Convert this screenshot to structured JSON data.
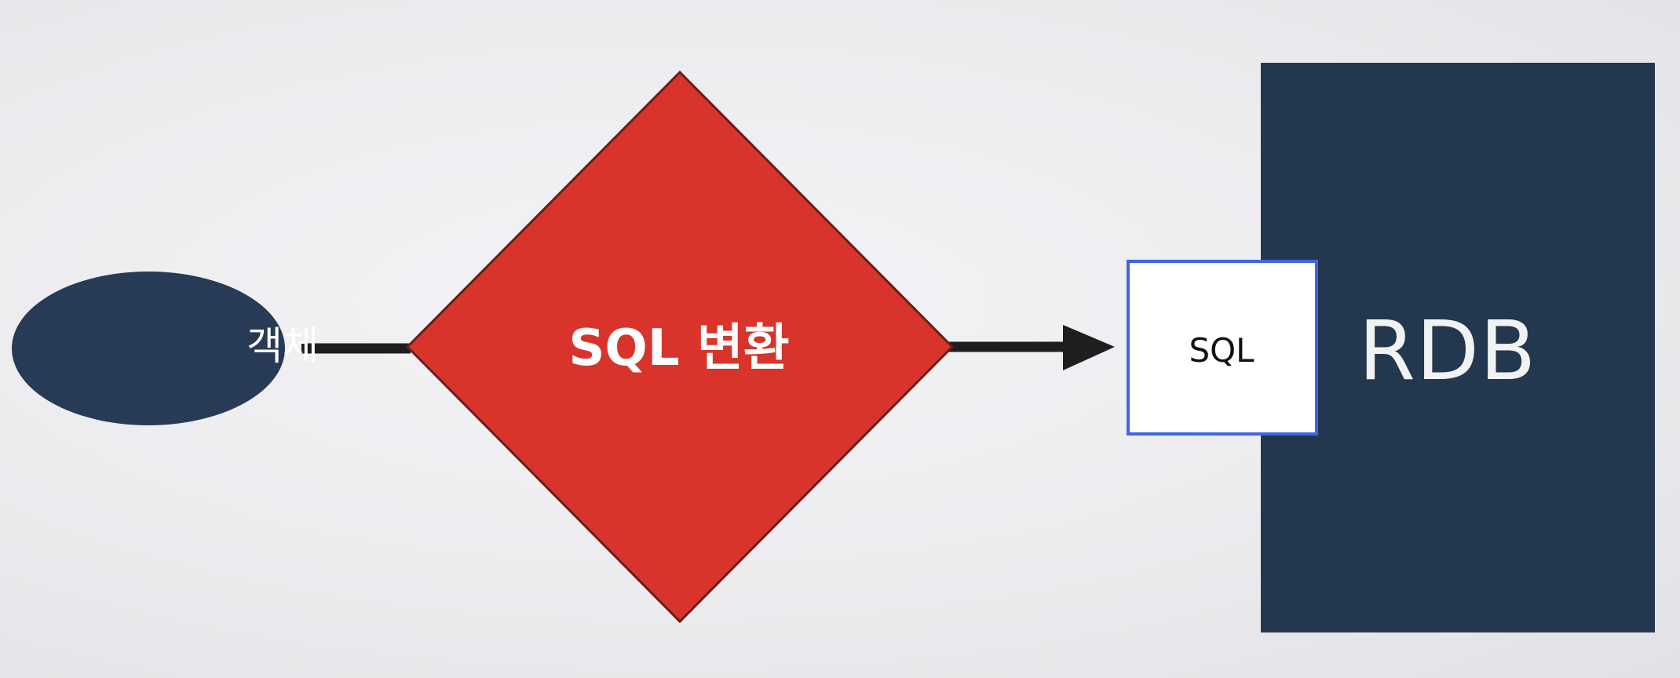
{
  "nodes": {
    "object": {
      "label": "객체",
      "shape": "ellipse",
      "color": "#273a56"
    },
    "convert": {
      "label": "SQL 변환",
      "shape": "diamond",
      "color": "#d9342b"
    },
    "sql": {
      "label": "SQL",
      "shape": "rectangle",
      "color": "#ffffff",
      "border_color": "#3f64e6"
    },
    "rdb": {
      "label": "RDB",
      "shape": "rectangle",
      "color": "#23384f"
    }
  },
  "edges": [
    {
      "from": "object",
      "to": "convert",
      "arrow": false
    },
    {
      "from": "convert",
      "to": "sql",
      "arrow": true
    }
  ],
  "colors": {
    "line": "#1e1e1e"
  }
}
